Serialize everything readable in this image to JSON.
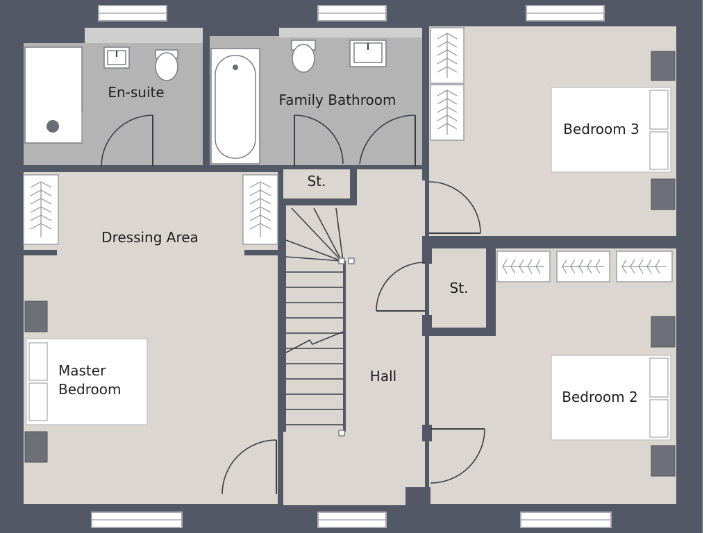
{
  "plan": {
    "rooms": {
      "ensuite": "En-suite",
      "family_bathroom": "Family Bathroom",
      "store_top": "St.",
      "dressing_area": "Dressing Area",
      "bedroom3": "Bedroom 3",
      "store_mid": "St.",
      "hall": "Hall",
      "master_line1": "Master",
      "master_line2": "Bedroom",
      "bedroom2": "Bedroom 2"
    },
    "colors": {
      "wall": "#535866",
      "floor": "#dcd6d0",
      "wet_floor": "#b4b4b4"
    }
  }
}
